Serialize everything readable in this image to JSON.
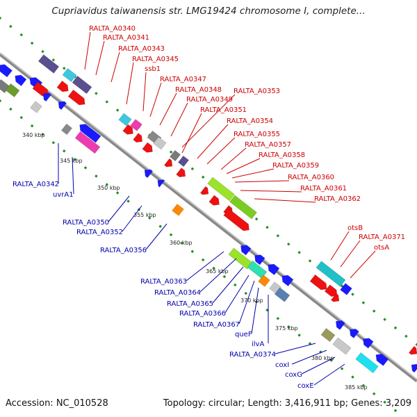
{
  "title": "Cupriavidus taiwanensis str. LMG19424 chromosome I, complete...",
  "footer": {
    "accession": "Accession: NC_010528",
    "topology": "Topology: circular; Length: 3,416,911 bp; Genes: 3,209"
  },
  "colors": {
    "backbone": "#999999",
    "tick": "#1a8a1a",
    "forward_label": "#cc0000",
    "reverse_label": "#0000aa"
  },
  "kbp_ticks": [
    "340 kbp",
    "345 kbp",
    "350 kbp",
    "355 kbp",
    "360 kbp",
    "365 kbp",
    "370 kbp",
    "375 kbp",
    "380 kbp",
    "385 kbp"
  ],
  "forward_labels": [
    "RALTA_A0340",
    "RALTA_A0341",
    "RALTA_A0343",
    "RALTA_A0345",
    "ssb1",
    "RALTA_A0347",
    "RALTA_A0348",
    "RALTA_A0349",
    "RALTA_A0353",
    "RALTA_A0351",
    "RALTA_A0354",
    "RALTA_A0355",
    "RALTA_A0357",
    "RALTA_A0358",
    "RALTA_A0359",
    "RALTA_A0360",
    "RALTA_A0361",
    "RALTA_A0362",
    "otsB",
    "RALTA_A0371",
    "otsA"
  ],
  "reverse_labels": [
    "RALTA_A0342",
    "uvrA1",
    "RALTA_A0350",
    "RALTA_A0352",
    "RALTA_A0356",
    "RALTA_A0363",
    "RALTA_A0364",
    "RALTA_A0365",
    "RALTA_A0366",
    "RALTA_A0367",
    "queF",
    "ilvA",
    "RALTA_A0374",
    "coxI",
    "coxG",
    "coxE"
  ]
}
